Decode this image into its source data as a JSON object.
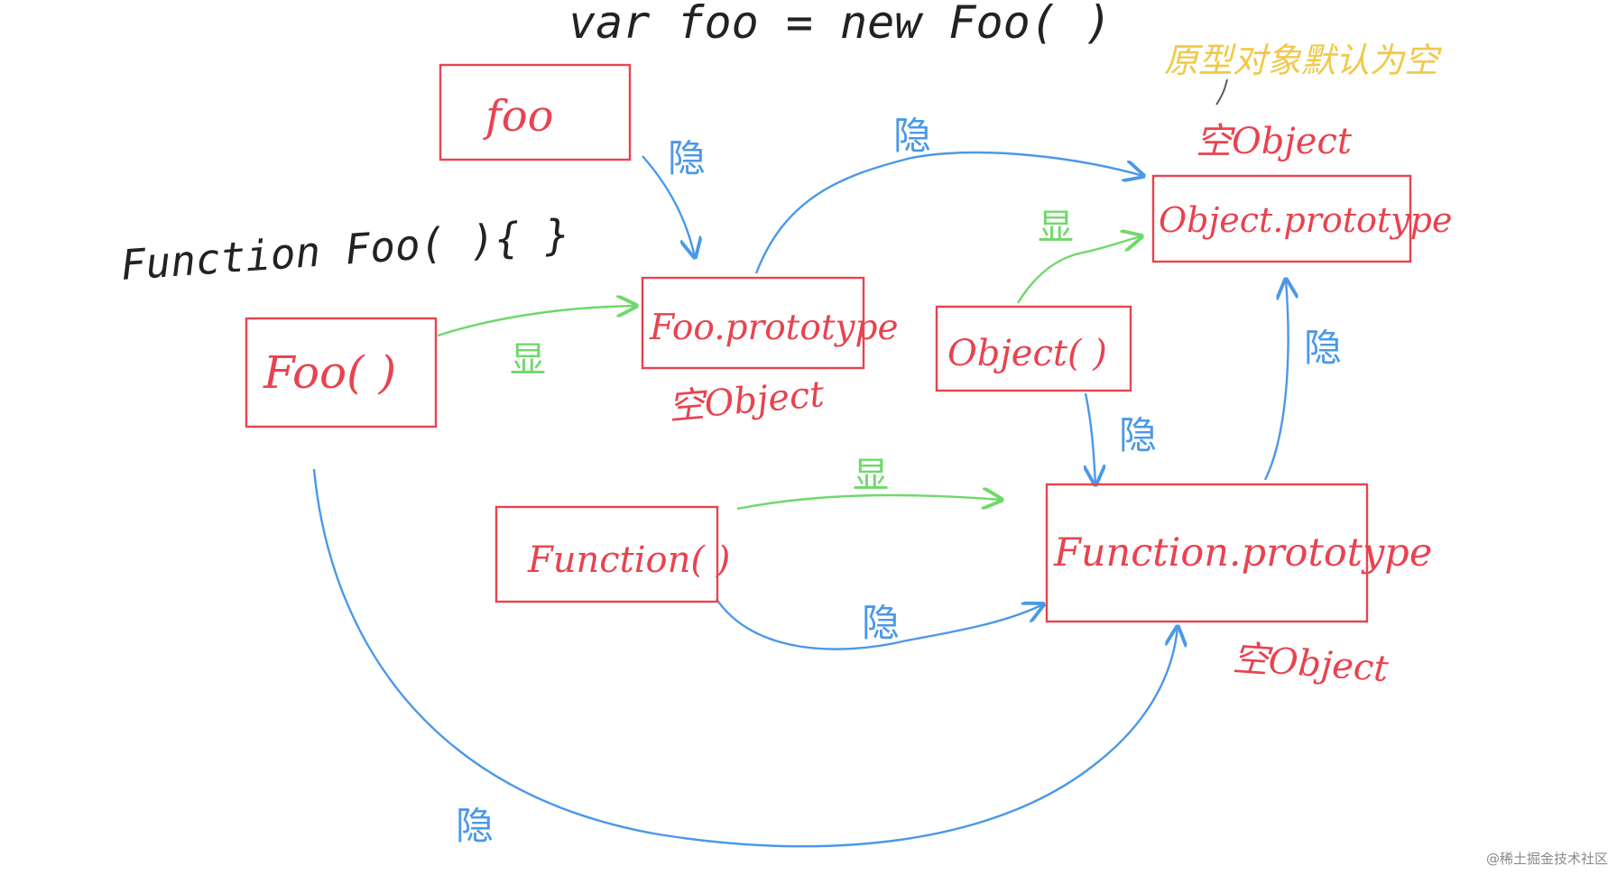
{
  "colors": {
    "box": "#e8434f",
    "implicit_arrow": "#4b98e8",
    "explicit_arrow": "#6fd86a",
    "note": "#f0c94a",
    "ink": "#222222"
  },
  "code": {
    "new_expression": "var foo = new Foo( )",
    "function_decl": "Function Foo( ){ }"
  },
  "top_note": "原型对象默认为空",
  "nodes": {
    "foo": "foo",
    "foo_ctor": "Foo( )",
    "foo_prototype": "Foo.prototype",
    "object_ctor": "Object( )",
    "object_prototype": "Object.prototype",
    "function_ctor": "Function( )",
    "function_prototype": "Function.prototype"
  },
  "annotations": {
    "empty_object_foo_proto": "空Object",
    "empty_object_object_proto": "空Object",
    "empty_object_function_proto": "空Object"
  },
  "edge_labels": {
    "implicit": "隐",
    "explicit": "显"
  },
  "watermark": "@稀土掘金技术社区"
}
